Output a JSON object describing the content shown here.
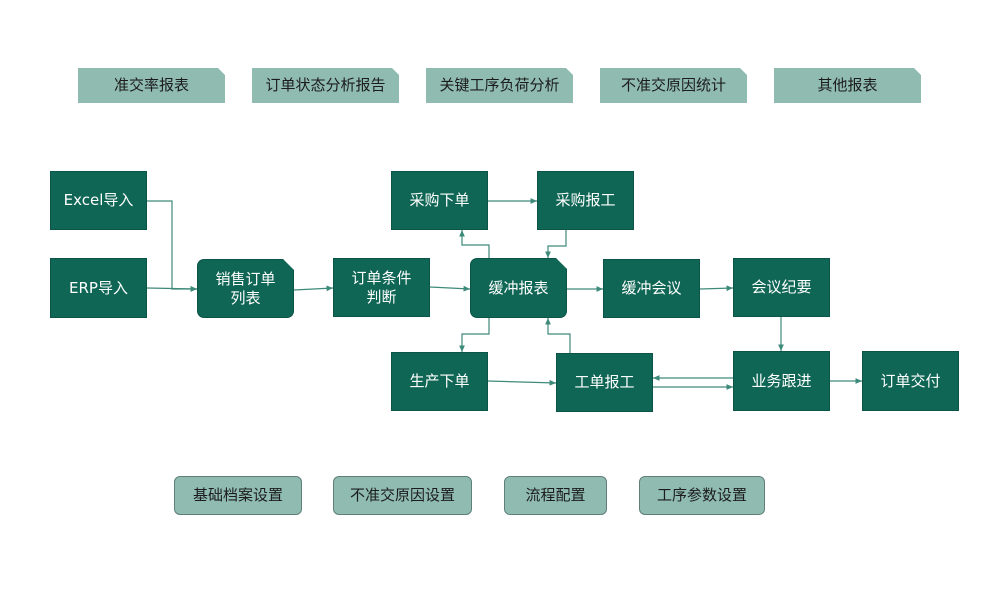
{
  "report_tabs": [
    {
      "id": "t1",
      "label": "准交率报表"
    },
    {
      "id": "t2",
      "label": "订单状态分析报告"
    },
    {
      "id": "t3",
      "label": "关键工序负荷分析"
    },
    {
      "id": "t4",
      "label": "不准交原因统计"
    },
    {
      "id": "t5",
      "label": "其他报表"
    }
  ],
  "flow_nodes": [
    {
      "id": "excel",
      "label": "Excel导入"
    },
    {
      "id": "erp",
      "label": "ERP导入"
    },
    {
      "id": "sales",
      "label": "销售订单\n列表"
    },
    {
      "id": "judge",
      "label": "订单条件\n判断"
    },
    {
      "id": "purchase",
      "label": "采购下单"
    },
    {
      "id": "purchase_report",
      "label": "采购报工"
    },
    {
      "id": "buffer",
      "label": "缓冲报表"
    },
    {
      "id": "meeting",
      "label": "缓冲会议"
    },
    {
      "id": "minutes",
      "label": "会议纪要"
    },
    {
      "id": "production",
      "label": "生产下单"
    },
    {
      "id": "work_report",
      "label": "工单报工"
    },
    {
      "id": "followup",
      "label": "业务跟进"
    },
    {
      "id": "delivery",
      "label": "订单交付"
    }
  ],
  "settings": [
    {
      "id": "s1",
      "label": "基础档案设置"
    },
    {
      "id": "s2",
      "label": "不准交原因设置"
    },
    {
      "id": "s3",
      "label": "流程配置"
    },
    {
      "id": "s4",
      "label": "工序参数设置"
    }
  ],
  "edges": [
    {
      "from": "excel",
      "to": "sales"
    },
    {
      "from": "erp",
      "to": "sales"
    },
    {
      "from": "sales",
      "to": "judge"
    },
    {
      "from": "judge",
      "to": "buffer"
    },
    {
      "from": "buffer",
      "to": "purchase"
    },
    {
      "from": "purchase",
      "to": "purchase_report"
    },
    {
      "from": "purchase_report",
      "to": "buffer"
    },
    {
      "from": "buffer",
      "to": "meeting"
    },
    {
      "from": "meeting",
      "to": "minutes"
    },
    {
      "from": "minutes",
      "to": "followup"
    },
    {
      "from": "buffer",
      "to": "production"
    },
    {
      "from": "production",
      "to": "work_report"
    },
    {
      "from": "work_report",
      "to": "buffer"
    },
    {
      "from": "work_report",
      "to": "followup"
    },
    {
      "from": "followup",
      "to": "work_report"
    },
    {
      "from": "followup",
      "to": "delivery"
    }
  ],
  "colors": {
    "node_fill": "#0f6655",
    "tab_fill": "#8fbbb0",
    "edge": "#3e8a7a"
  }
}
